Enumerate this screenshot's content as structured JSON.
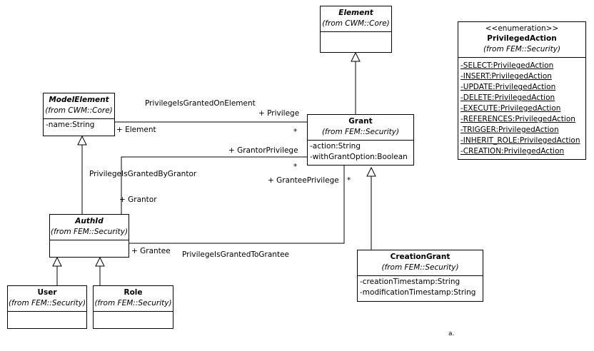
{
  "classes": {
    "element": {
      "name": "Element",
      "package": "(from CWM::Core)"
    },
    "model_element": {
      "name": "ModelElement",
      "package": "(from CWM::Core)",
      "attributes": [
        "-name:String"
      ]
    },
    "grant": {
      "name": "Grant",
      "package": "(from FEM::Security)",
      "attributes": [
        "-action:String",
        "-withGrantOption:Boolean"
      ]
    },
    "authid": {
      "name": "AuthId",
      "package": "(from FEM::Security)"
    },
    "user": {
      "name": "User",
      "package": "(from FEM::Security)"
    },
    "role": {
      "name": "Role",
      "package": "(from FEM::Security)"
    },
    "creation_grant": {
      "name": "CreationGrant",
      "package": "(from FEM::Security)",
      "attributes": [
        "-creationTimestamp:String",
        "-modificationTimestamp:String"
      ]
    },
    "privileged_action": {
      "stereotype": "<<enumeration>>",
      "name": "PrivilegedAction",
      "package": "(from FEM::Security)",
      "literals": [
        "-SELECT:PrivilegedAction",
        "-INSERT:PrivilegedAction",
        "-UPDATE:PrivilegedAction",
        "-DELETE:PrivilegedAction",
        "-EXECUTE:PrivilegedAction",
        "-REFERENCES:PrivilegedAction",
        "-TRIGGER:PrivilegedAction",
        "-INHERIT_ROLE:PrivilegedAction",
        "-CREATION:PrivilegedAction"
      ]
    }
  },
  "associations": {
    "on_element": {
      "name": "PrivilegeIsGrantedOnElement",
      "end_privilege": "+ Privilege",
      "end_element": "+ Element",
      "mult": "*"
    },
    "by_grantor": {
      "name": "PrivilegeIsGrantedByGrantor",
      "end_grantor_privilege": "+ GrantorPrivilege",
      "end_grantor": "+ Grantor",
      "mult": "*"
    },
    "to_grantee": {
      "name": "PrivilegeIsGrantedToGrantee",
      "end_grantee_privilege": "+ GranteePrivilege",
      "end_grantee": "+ Grantee",
      "mult": "*"
    }
  },
  "stray_mark": "a."
}
